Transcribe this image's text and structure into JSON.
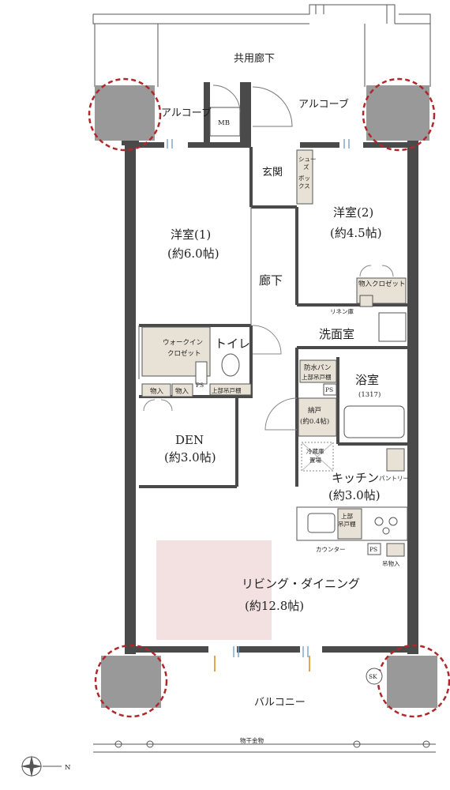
{
  "rooms": {
    "corridor_common": "共用廊下",
    "alcove_left": "アルコーブ",
    "alcove_right": "アルコーブ",
    "mb": "MB",
    "genkan": "玄関",
    "shoes_box_1": "シュー",
    "shoes_box_2": "ズ",
    "shoes_box_3": "ボッ",
    "shoes_box_4": "クス",
    "western1_name": "洋室(1)",
    "western1_size": "(約6.0帖)",
    "western2_name": "洋室(2)",
    "western2_size": "(約4.5帖)",
    "hallway": "廊下",
    "storage_closet": "物入クロゼット",
    "linen": "リネン庫",
    "washroom": "洗面室",
    "walkin_1": "ウォークイン",
    "walkin_2": "クロゼット",
    "toilet": "トイレ",
    "ps_toilet": "PS",
    "upper_shelf_toilet": "上部吊戸棚",
    "storage_left_a": "物入",
    "storage_left_b": "物入",
    "bath_pan": "防水パン",
    "upper_shelf_pan": "上部吊戸棚",
    "bath_name": "浴室",
    "bath_size": "(1317)",
    "ps_bath": "PS",
    "nando_name": "納戸",
    "nando_size": "(約0.4帖)",
    "den_name": "DEN",
    "den_size": "(約3.0帖)",
    "fridge_1": "冷蔵庫",
    "fridge_2": "置場",
    "kitchen_name": "キッチン",
    "kitchen_size": "(約3.0帖)",
    "pantry": "パントリー",
    "upper_cab_1": "上部",
    "upper_cab_2": "吊戸棚",
    "counter": "カウンター",
    "ps_kitchen": "PS",
    "hanging_storage": "吊物入",
    "living_name": "リビング・ダイニング",
    "living_size": "(約12.8帖)",
    "sk": "SK",
    "balcony": "バルコニー",
    "drying_rack": "物干金物",
    "north": "N"
  },
  "colors": {
    "wall": "#4a4a4a",
    "column_fill": "#999999",
    "column_marker": "#b0282b",
    "storage_fill": "#e8e2d6",
    "living_highlight": "#f3e1e1",
    "line": "#555555"
  }
}
